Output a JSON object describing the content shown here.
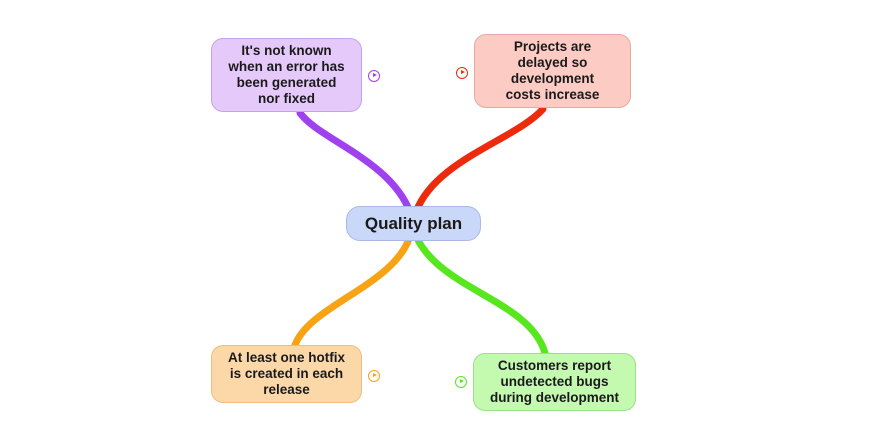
{
  "central": {
    "label": "Quality plan",
    "fill": "#c9d7f8"
  },
  "branches": [
    {
      "id": "top-left",
      "label": "It's not known when an error has been generated nor fixed",
      "fill": "#e6c9fb",
      "branch_color": "#a041ef",
      "icon": "play-circle-icon"
    },
    {
      "id": "top-right",
      "label": "Projects are delayed so development costs increase",
      "fill": "#fccbc3",
      "branch_color": "#ee2a0c",
      "icon": "play-circle-icon"
    },
    {
      "id": "bottom-left",
      "label": "At least one hotfix is created in each release",
      "fill": "#fcd8a8",
      "branch_color": "#f8a314",
      "icon": "play-circle-icon"
    },
    {
      "id": "bottom-right",
      "label": "Customers report undetected bugs during development",
      "fill": "#c4f9b0",
      "branch_color": "#58e61e",
      "icon": "play-circle-icon"
    }
  ]
}
